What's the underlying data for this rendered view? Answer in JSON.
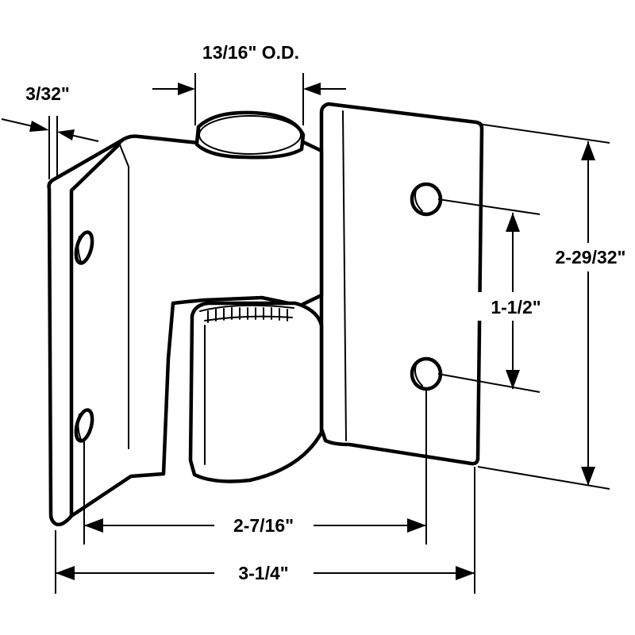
{
  "dimensions": {
    "outer_diameter": "13/16\" O.D.",
    "thickness": "3/32\"",
    "height": "2-29/32\"",
    "hole_spacing": "1-1/2\"",
    "hole_to_edge_width": "2-7/16\"",
    "overall_width": "3-1/4\""
  },
  "colors": {
    "line": "#000000",
    "background": "#ffffff"
  }
}
